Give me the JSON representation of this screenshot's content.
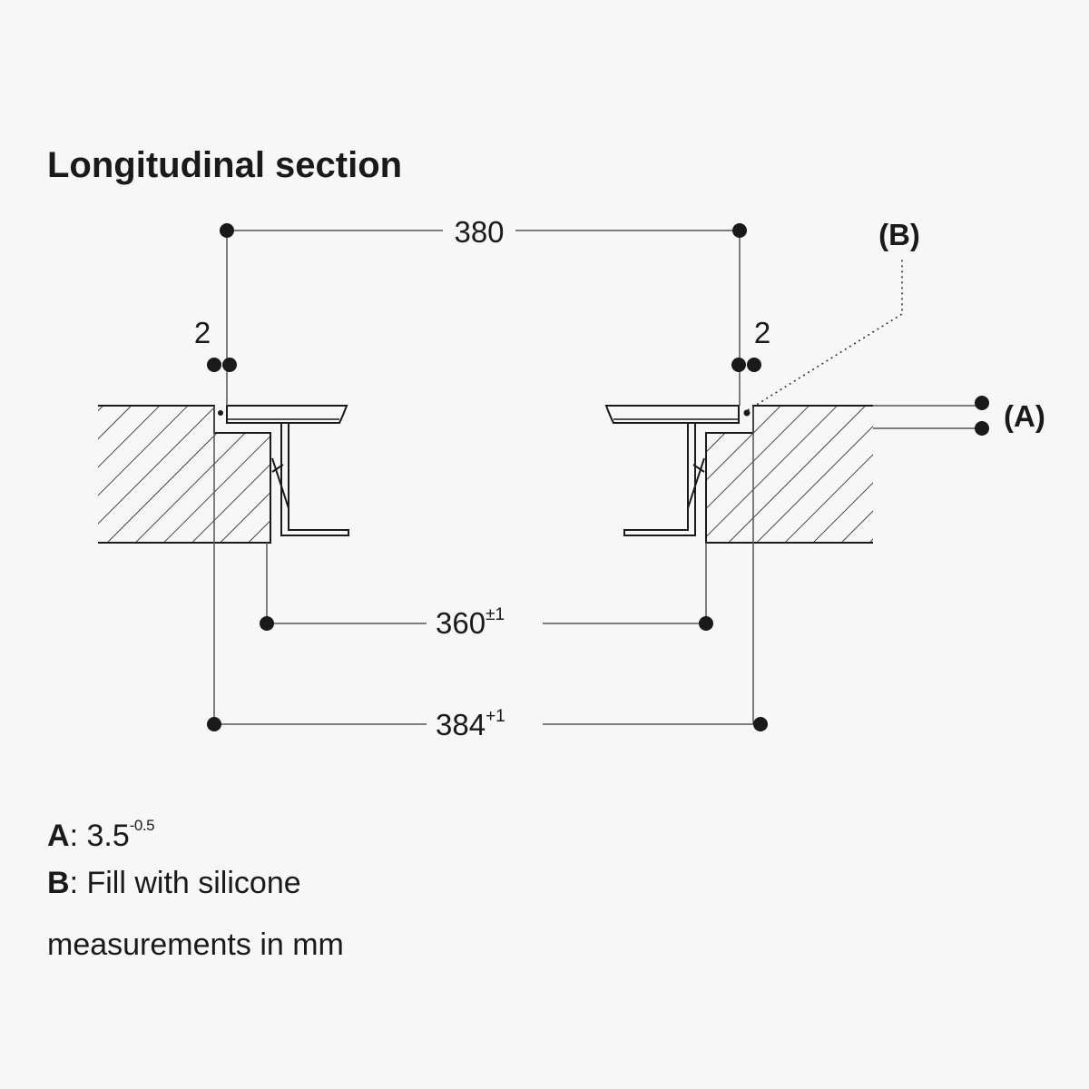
{
  "title": "Longitudinal section",
  "dimensions": {
    "top_width": "380",
    "gap_left": "2",
    "gap_right": "2",
    "inner_width": "360",
    "inner_width_tolerance": "±1",
    "outer_width": "384",
    "outer_width_tolerance": "+1"
  },
  "callouts": {
    "a": "(A)",
    "b": "(B)"
  },
  "legend": [
    {
      "key": "A",
      "sep": ":",
      "value": "3.5",
      "tolerance": "-0.5"
    },
    {
      "key": "B",
      "sep": ":",
      "value": "Fill with silicone",
      "tolerance": ""
    }
  ],
  "units_note": "measurements in mm",
  "colors": {
    "ink": "#1a1a1a",
    "background": "#f7f7f7"
  }
}
